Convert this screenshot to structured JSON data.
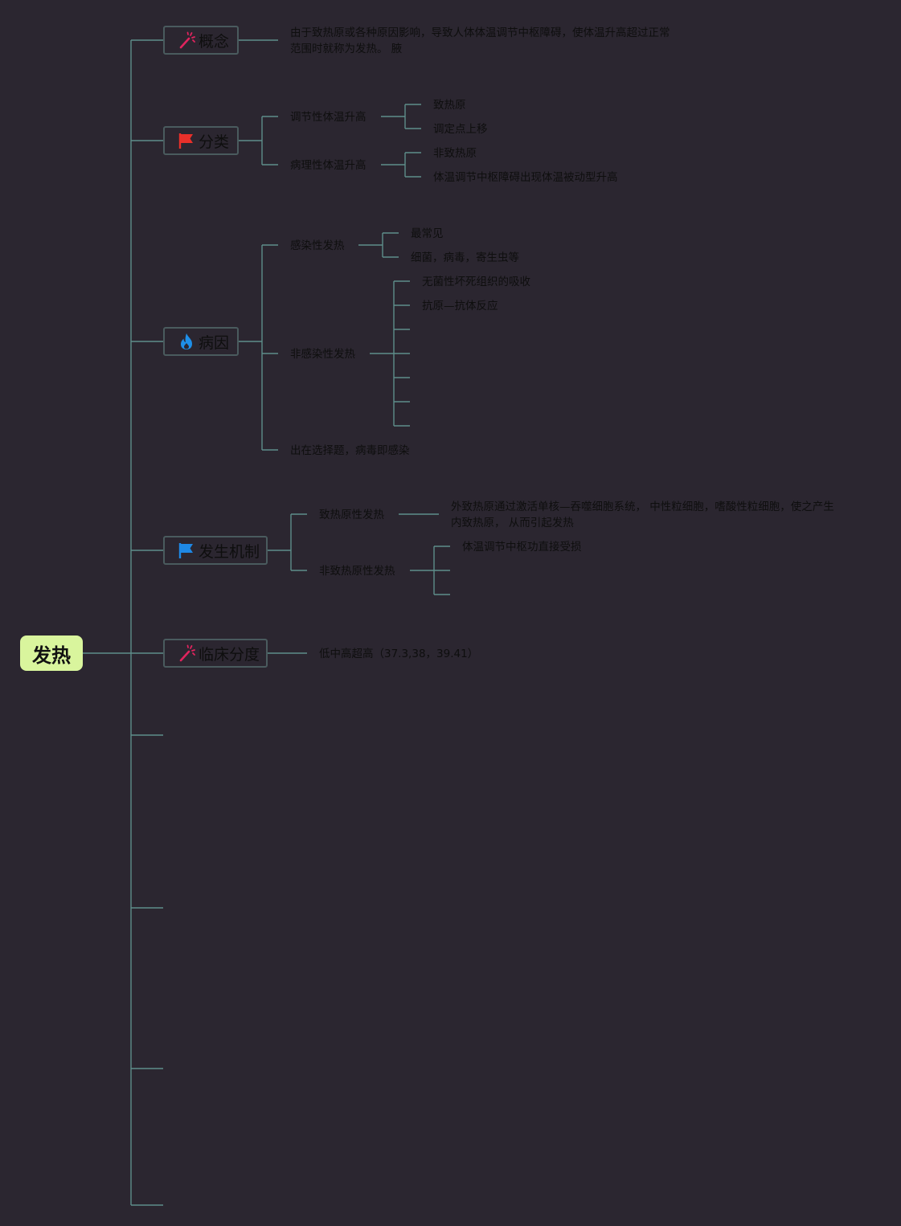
{
  "root": {
    "label": "发热"
  },
  "topics": {
    "concept": {
      "label": "概念",
      "icon": "fireworks-icon",
      "text_line1": "由于致热原或各种原因影响，导致人体体温调节中枢障碍，使体温升高超过正常",
      "text_line2": "范围时就称为发热。 腋"
    },
    "classification": {
      "label": "分类",
      "icon": "red-flag-icon",
      "regulated": "调节性体温升高",
      "regulated_c1": "致热原",
      "regulated_c2": "调定点上移",
      "pathological": "病理性体温升高",
      "pathological_c1": "非致热原",
      "pathological_c2": "体温调节中枢障碍出现体温被动型升高"
    },
    "cause": {
      "label": "病因",
      "icon": "flame-icon",
      "infectious": "感染性发热",
      "infectious_c1": "最常见",
      "infectious_c2": "细菌，病毒，寄生虫等",
      "noninfectious": "非感染性发热",
      "noninfectious_c1": "无菌性坏死组织的吸收",
      "noninfectious_c2": "抗原—抗体反应",
      "note": "出在选择题，病毒即感染"
    },
    "mechanism": {
      "label": "发生机制",
      "icon": "blue-flag-icon",
      "pyrogenic": "致热原性发热",
      "pyrogenic_text_line1": "外致热原通过激活单核—吞噬细胞系统， 中性粒细胞，嗜酸性粒细胞，使之产生",
      "pyrogenic_text_line2": "内致热原， 从而引起发热",
      "nonpyrogenic": "非致热原性发热",
      "nonpyrogenic_c1": "体温调节中枢功直接受损"
    },
    "grading": {
      "label": "临床分度",
      "icon": "fireworks-icon",
      "text": "低中高超高（37.3,38，39.41）"
    }
  },
  "colors": {
    "background": "#2b2630",
    "line": "#5e8e8a",
    "root_fill": "#d9f59d",
    "flag_red": "#e8302a",
    "flag_blue": "#1e88e5",
    "flame_blue": "#1e8fe8",
    "fireworks": "#e0245e"
  }
}
